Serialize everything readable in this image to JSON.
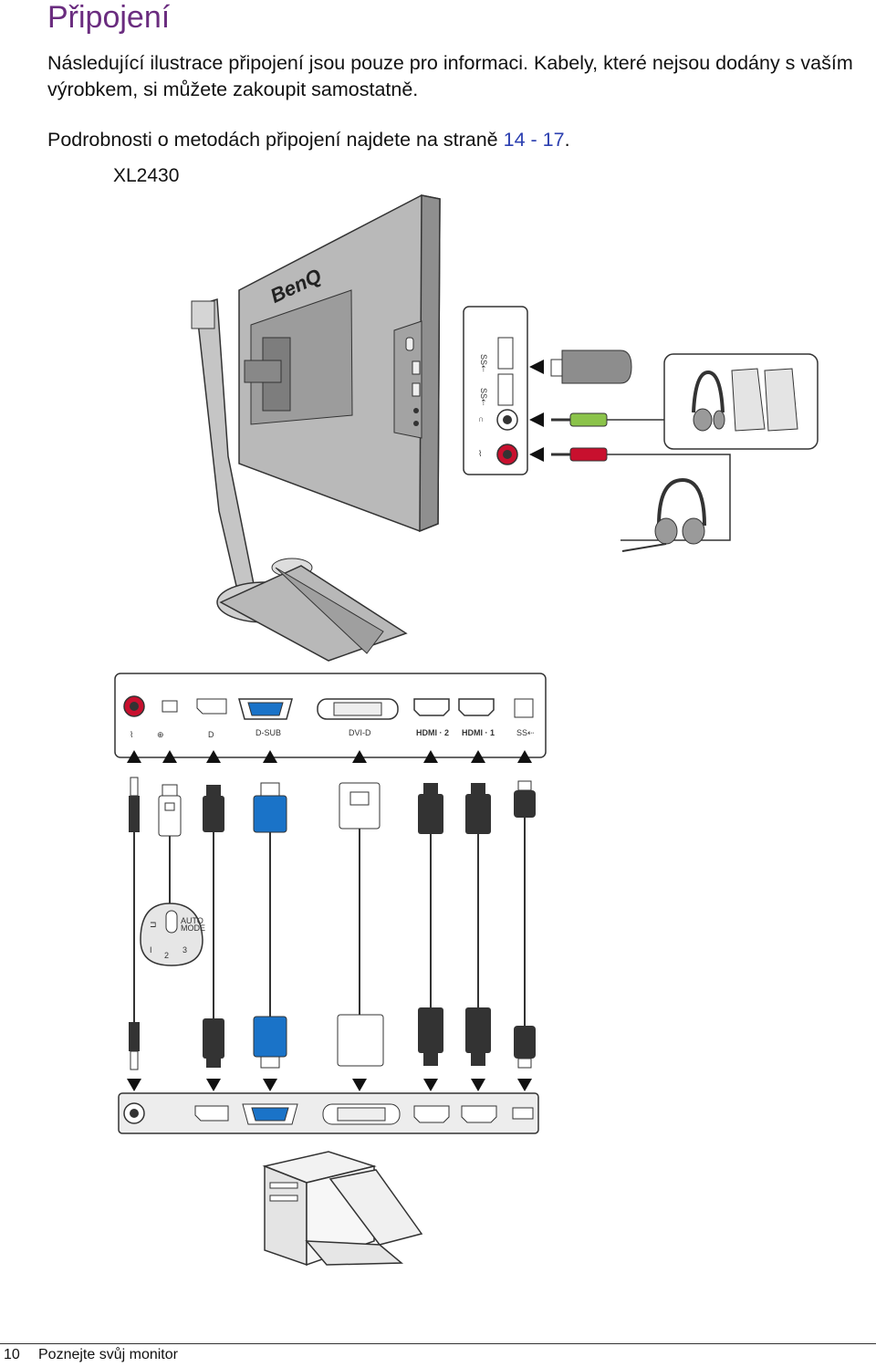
{
  "page": {
    "title": "Připojení",
    "paragraph1": "Následující ilustrace připojení jsou pouze pro informaci. Kabely, které nejsou dodány s vaším výrobkem, si můžete zakoupit samostatně.",
    "paragraph2_prefix": "Podrobnosti o metodách připojení najdete na straně ",
    "paragraph2_link": "14 - 17",
    "paragraph2_suffix": ".",
    "model": "XL2430"
  },
  "diagram": {
    "brand": "BenQ",
    "port_labels": {
      "dsub": "D-SUB",
      "dvid": "DVI-D",
      "hdmi2": "HDMI · 2",
      "hdmi1": "HDMI · 1",
      "usb": "SS⇠"
    },
    "switch_labels": {
      "auto": "AUTO",
      "mode": "MODE"
    }
  },
  "footer": {
    "page_number": "10",
    "section_title": "Poznejte svůj monitor"
  }
}
